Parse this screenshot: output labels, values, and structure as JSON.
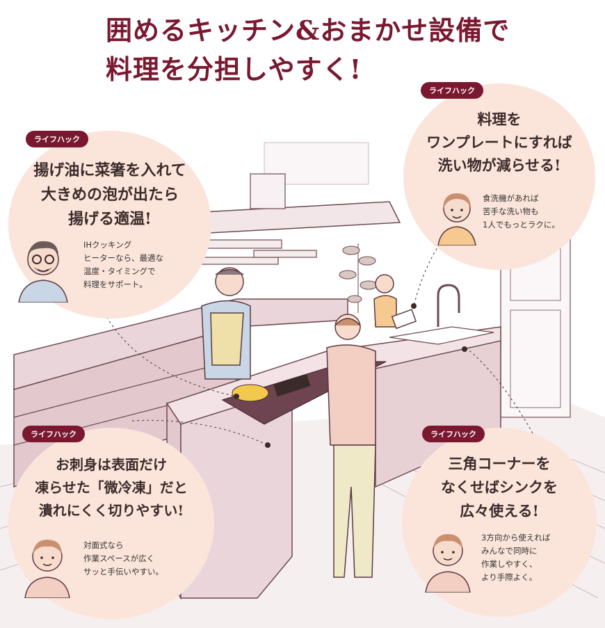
{
  "title": {
    "line1": "囲めるキッチン&おまかせ設備で",
    "line2": "料理を分担しやすく!"
  },
  "tips": [
    {
      "badge": "ライフハック",
      "heading": [
        "揚げ油に菜箸を入れて",
        "大きめの泡が出たら",
        "揚げる適温!"
      ],
      "body": [
        "IHクッキング",
        "ヒーターなら、最適な",
        "温度・タイミングで",
        "料理をサポート。"
      ]
    },
    {
      "badge": "ライフハック",
      "heading": [
        "料理を",
        "ワンプレートにすれば",
        "洗い物が減らせる!"
      ],
      "body": [
        "食洗機があれば",
        "苦手な洗い物も",
        "1人でもっとラクに。"
      ]
    },
    {
      "badge": "ライフハック",
      "heading": [
        "お刺身は表面だけ",
        "凍らせた「微冷凍」だと",
        "潰れにくく切りやすい!"
      ],
      "body": [
        "対面式なら",
        "作業スペースが広く",
        "サッと手伝いやすい。"
      ]
    },
    {
      "badge": "ライフハック",
      "heading": [
        "三角コーナーを",
        "なくせばシンクを",
        "広々使える!"
      ],
      "body": [
        "3方向から使えれば",
        "みんなで同時に",
        "作業しやすく、",
        "より手際よく。"
      ]
    }
  ],
  "colors": {
    "brand": "#7a1830",
    "bubble": "#fbe4d9",
    "counter": "#e9d3d6",
    "line": "#6b4a52"
  }
}
